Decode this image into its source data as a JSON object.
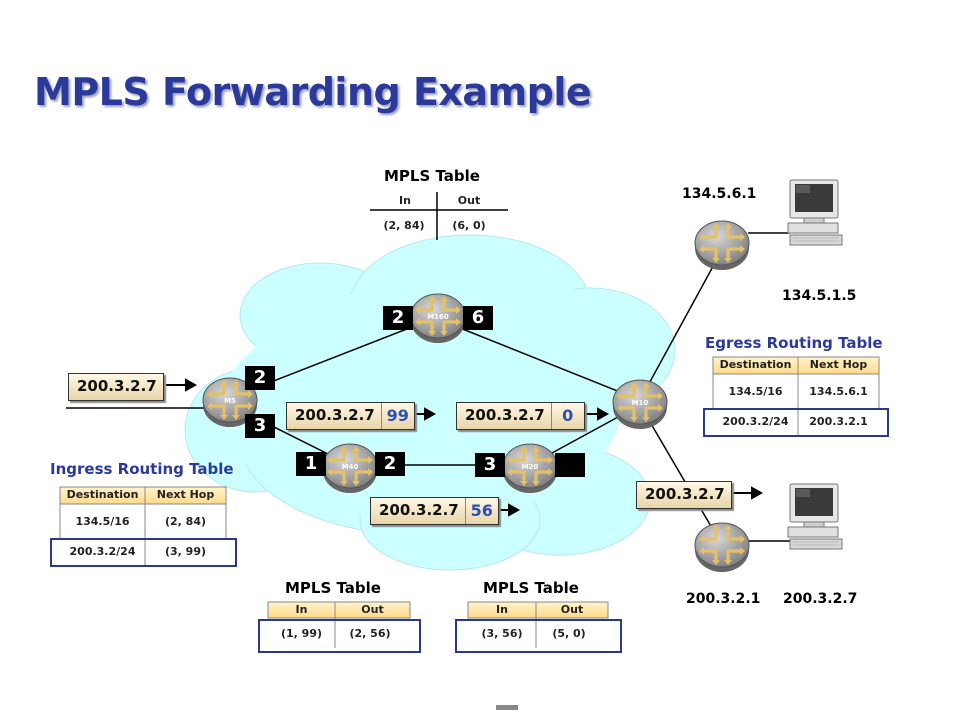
{
  "title": "MPLS Forwarding Example",
  "routers": {
    "m5": "M5",
    "m160": "M160",
    "m40": "M40",
    "m20": "M20",
    "m10": "M10"
  },
  "interfaces": {
    "m5_top": "2",
    "m5_bottom": "3",
    "m160_in": "2",
    "m160_out": "6",
    "m40_in": "1",
    "m40_out": "2",
    "m20_in": "3"
  },
  "packets": {
    "ingress": "200.3.2.7",
    "to_m40": {
      "addr": "200.3.2.7",
      "label": "99"
    },
    "to_m10": {
      "addr": "200.3.2.7",
      "label": "0"
    },
    "to_m20": {
      "addr": "200.3.2.7",
      "label": "56"
    },
    "egress": "200.3.2.7"
  },
  "hosts": {
    "router_top": "134.5.6.1",
    "host_top": "134.5.1.5",
    "router_bottom": "200.3.2.1",
    "host_bottom": "200.3.2.7"
  },
  "mpls_top": {
    "title": "MPLS Table",
    "in_header": "In",
    "out_header": "Out",
    "in": "(2, 84)",
    "out": "(6, 0)"
  },
  "mpls_m40": {
    "title": "MPLS Table",
    "in_header": "In",
    "out_header": "Out",
    "in": "(1, 99)",
    "out": "(2, 56)"
  },
  "mpls_m20": {
    "title": "MPLS Table",
    "in_header": "In",
    "out_header": "Out",
    "in": "(3, 56)",
    "out": "(5, 0)"
  },
  "ingress_table": {
    "title": "Ingress Routing Table",
    "headers": [
      "Destination",
      "Next Hop"
    ],
    "rows": [
      [
        "134.5/16",
        "(2, 84)"
      ],
      [
        "200.3.2/24",
        "(3, 99)"
      ]
    ]
  },
  "egress_table": {
    "title": "Egress Routing Table",
    "headers": [
      "Destination",
      "Next Hop"
    ],
    "rows": [
      [
        "134.5/16",
        "134.5.6.1"
      ],
      [
        "200.3.2/24",
        "200.3.2.1"
      ]
    ]
  },
  "colors": {
    "title": "#2b3a9a",
    "cloud": "#ccffff",
    "router": "#9a9a9a",
    "table_header": "#ffe9a8",
    "highlight_border": "#2a3a8a",
    "label": "#2b4fb8"
  }
}
